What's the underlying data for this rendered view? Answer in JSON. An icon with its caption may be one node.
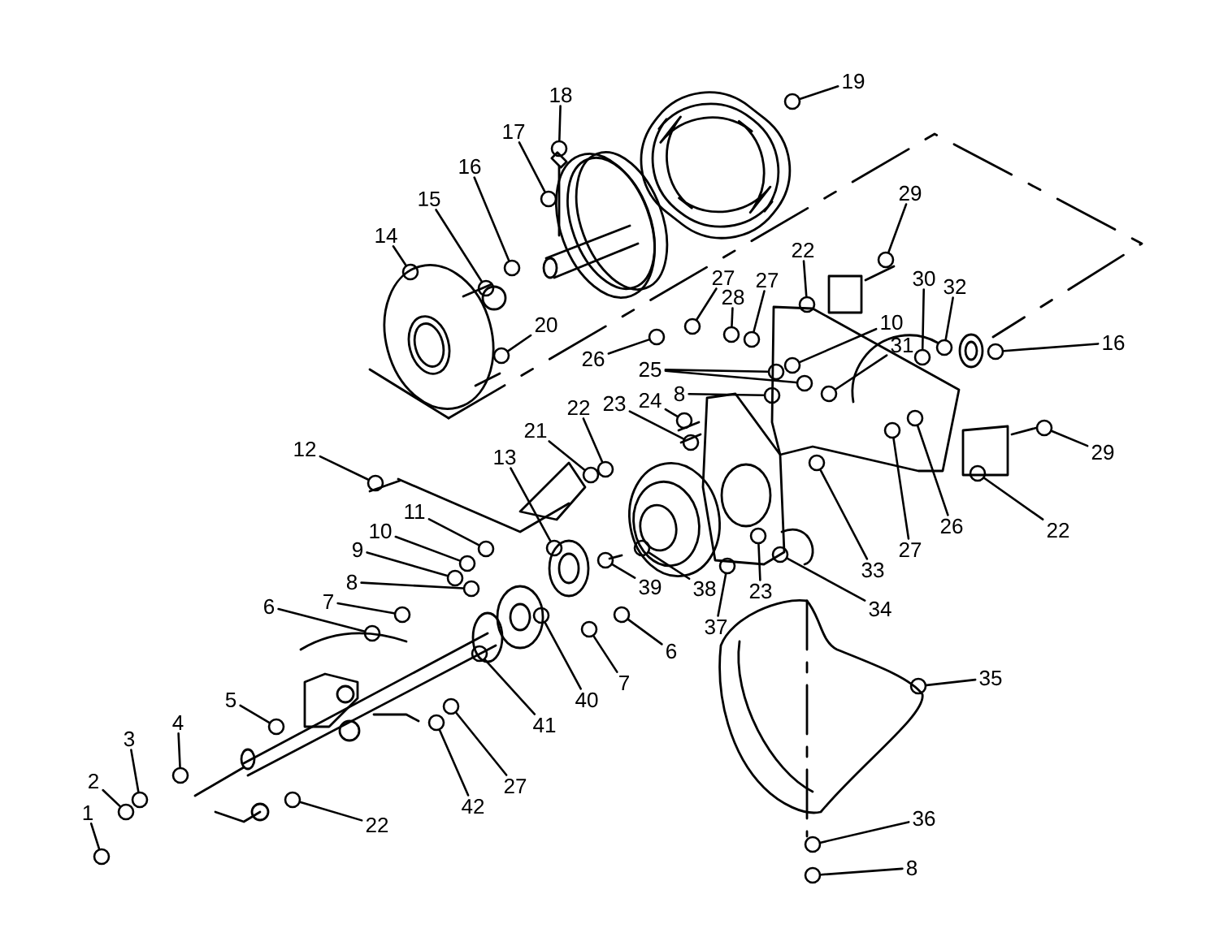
{
  "diagram": {
    "nodes": [
      {
        "text": [
          "19"
        ]
      },
      {
        "text": [
          "18"
        ]
      },
      {
        "text": [
          "17"
        ]
      },
      {
        "text": [
          "16"
        ]
      },
      {
        "text": [
          "15"
        ]
      },
      {
        "text": [
          "29"
        ]
      },
      {
        "text": [
          "14"
        ]
      },
      {
        "text": [
          "22"
        ]
      },
      {
        "text": [
          "27"
        ]
      },
      {
        "text": [
          "30"
        ]
      },
      {
        "text": [
          "27"
        ]
      },
      {
        "text": [
          "32"
        ]
      },
      {
        "text": [
          "28"
        ]
      },
      {
        "text": [
          "10"
        ]
      },
      {
        "text": [
          "20"
        ]
      },
      {
        "text": [
          "16"
        ]
      },
      {
        "text": [
          "31"
        ]
      },
      {
        "text": [
          "26"
        ]
      },
      {
        "text": [
          "25"
        ]
      },
      {
        "text": [
          "8"
        ]
      },
      {
        "text": [
          "24"
        ]
      },
      {
        "text": [
          "23"
        ]
      },
      {
        "text": [
          "22"
        ]
      },
      {
        "text": [
          "21"
        ]
      },
      {
        "text": [
          "12"
        ]
      },
      {
        "text": [
          "29"
        ]
      },
      {
        "text": [
          "13"
        ]
      },
      {
        "text": [
          "11"
        ]
      },
      {
        "text": [
          "26"
        ]
      },
      {
        "text": [
          "22"
        ]
      },
      {
        "text": [
          "10"
        ]
      },
      {
        "text": [
          "27"
        ]
      },
      {
        "text": [
          "9"
        ]
      },
      {
        "text": [
          "33"
        ]
      },
      {
        "text": [
          "8"
        ]
      },
      {
        "text": [
          "39"
        ]
      },
      {
        "text": [
          "38"
        ]
      },
      {
        "text": [
          "23"
        ]
      },
      {
        "text": [
          "7"
        ]
      },
      {
        "text": [
          "6"
        ]
      },
      {
        "text": [
          "34"
        ]
      },
      {
        "text": [
          "37"
        ]
      },
      {
        "text": [
          "6"
        ]
      },
      {
        "text": [
          "35"
        ]
      },
      {
        "text": [
          "7"
        ]
      },
      {
        "text": [
          "40"
        ]
      },
      {
        "text": [
          "5"
        ]
      },
      {
        "text": [
          "41"
        ]
      },
      {
        "text": [
          "4"
        ]
      },
      {
        "text": [
          "3"
        ]
      },
      {
        "text": [
          "2"
        ]
      },
      {
        "text": [
          "27"
        ]
      },
      {
        "text": [
          "42"
        ]
      },
      {
        "text": [
          "1"
        ]
      },
      {
        "text": [
          "36"
        ]
      },
      {
        "text": [
          "22"
        ]
      },
      {
        "text": [
          "8"
        ]
      },
      {
        "text": [],
        "shape": "circle"
      },
      {
        "text": [],
        "shape": "circle"
      },
      {
        "text": [],
        "shape": "circle"
      },
      {
        "text": [],
        "shape": "circle"
      },
      {
        "text": [],
        "shape": "circle"
      },
      {
        "text": [],
        "shape": "circle"
      },
      {
        "text": [],
        "shape": "circle"
      },
      {
        "text": [],
        "shape": "circle"
      },
      {
        "text": [],
        "shape": "circle"
      },
      {
        "text": [],
        "shape": "circle"
      },
      {
        "text": [],
        "shape": "circle"
      },
      {
        "text": [],
        "shape": "circle"
      },
      {
        "text": [],
        "shape": "circle"
      },
      {
        "text": [],
        "shape": "circle"
      },
      {
        "text": [],
        "shape": "circle"
      },
      {
        "text": [],
        "shape": "circle"
      },
      {
        "text": [],
        "shape": "circle"
      },
      {
        "text": [],
        "shape": "circle"
      },
      {
        "text": [],
        "shape": "circle"
      },
      {
        "text": [],
        "shape": "circle"
      },
      {
        "text": [],
        "shape": "circle"
      },
      {
        "text": [],
        "shape": "circle"
      },
      {
        "text": [],
        "shape": "circle"
      },
      {
        "text": [],
        "shape": "circle"
      },
      {
        "text": [],
        "shape": "circle"
      },
      {
        "text": [],
        "shape": "circle"
      },
      {
        "text": [],
        "shape": "circle"
      },
      {
        "text": [],
        "shape": "circle"
      },
      {
        "text": [],
        "shape": "circle"
      },
      {
        "text": [],
        "shape": "circle"
      },
      {
        "text": [],
        "shape": "circle"
      },
      {
        "text": [],
        "shape": "circle"
      },
      {
        "text": [],
        "shape": "circle"
      },
      {
        "text": [],
        "shape": "circle"
      },
      {
        "text": [],
        "shape": "circle"
      },
      {
        "text": [],
        "shape": "circle"
      },
      {
        "text": [],
        "shape": "circle"
      },
      {
        "text": [],
        "shape": "circle"
      },
      {
        "text": [],
        "shape": "circle"
      },
      {
        "text": [],
        "shape": "circle"
      },
      {
        "text": [],
        "shape": "circle"
      },
      {
        "text": [],
        "shape": "circle"
      },
      {
        "text": [],
        "shape": "circle"
      },
      {
        "text": [],
        "shape": "circle"
      },
      {
        "text": [],
        "shape": "circle"
      },
      {
        "text": [],
        "shape": "circle"
      },
      {
        "text": [],
        "shape": "circle"
      },
      {
        "text": [],
        "shape": "circle"
      },
      {
        "text": [],
        "shape": "circle"
      },
      {
        "text": [],
        "shape": "circle"
      },
      {
        "text": [],
        "shape": "circle"
      },
      {
        "text": [],
        "shape": "circle"
      },
      {
        "text": [],
        "shape": "circle"
      },
      {
        "text": [],
        "shape": "circle"
      },
      {
        "text": [],
        "shape": "circle"
      },
      {
        "text": [],
        "shape": "circle"
      },
      {
        "text": [],
        "shape": "circle"
      },
      {
        "text": [],
        "shape": "circle"
      }
    ],
    "edges": [
      {
        "from": 0,
        "to": 57,
        "arrow": "none"
      },
      {
        "from": 1,
        "to": 58,
        "arrow": "none"
      },
      {
        "from": 2,
        "to": 59,
        "arrow": "none"
      },
      {
        "from": 3,
        "to": 60,
        "arrow": "none"
      },
      {
        "from": 4,
        "to": 61,
        "arrow": "none"
      },
      {
        "from": 5,
        "to": 62,
        "arrow": "none"
      },
      {
        "from": 6,
        "to": 63,
        "arrow": "none"
      },
      {
        "from": 7,
        "to": 64,
        "arrow": "none"
      },
      {
        "from": 8,
        "to": 65,
        "arrow": "none"
      },
      {
        "from": 9,
        "to": 66,
        "arrow": "none"
      },
      {
        "from": 10,
        "to": 67,
        "arrow": "none"
      },
      {
        "from": 11,
        "to": 68,
        "arrow": "none"
      },
      {
        "from": 12,
        "to": 69,
        "arrow": "none"
      },
      {
        "from": 13,
        "to": 70,
        "arrow": "none"
      },
      {
        "from": 14,
        "to": 71,
        "arrow": "none"
      },
      {
        "from": 15,
        "to": 72,
        "arrow": "none"
      },
      {
        "from": 16,
        "to": 73,
        "arrow": "none"
      },
      {
        "from": 17,
        "to": 74,
        "arrow": "none"
      },
      {
        "from": 18,
        "to": 75,
        "arrow": "none"
      },
      {
        "from": 18,
        "to": 76,
        "arrow": "none"
      },
      {
        "from": 19,
        "to": 77,
        "arrow": "none"
      },
      {
        "from": 20,
        "to": 78,
        "arrow": "none"
      },
      {
        "from": 21,
        "to": 79,
        "arrow": "none"
      },
      {
        "from": 22,
        "to": 80,
        "arrow": "none"
      },
      {
        "from": 23,
        "to": 81,
        "arrow": "none"
      },
      {
        "from": 24,
        "to": 82,
        "arrow": "none"
      },
      {
        "from": 25,
        "to": 83,
        "arrow": "none"
      },
      {
        "from": 26,
        "to": 84,
        "arrow": "none"
      },
      {
        "from": 27,
        "to": 85,
        "arrow": "none"
      },
      {
        "from": 28,
        "to": 86,
        "arrow": "none"
      },
      {
        "from": 29,
        "to": 87,
        "arrow": "none"
      },
      {
        "from": 30,
        "to": 88,
        "arrow": "none"
      },
      {
        "from": 31,
        "to": 89,
        "arrow": "none"
      },
      {
        "from": 32,
        "to": 90,
        "arrow": "none"
      },
      {
        "from": 33,
        "to": 91,
        "arrow": "none"
      },
      {
        "from": 34,
        "to": 92,
        "arrow": "none"
      },
      {
        "from": 35,
        "to": 93,
        "arrow": "none"
      },
      {
        "from": 36,
        "to": 94,
        "arrow": "none"
      },
      {
        "from": 37,
        "to": 95,
        "arrow": "none"
      },
      {
        "from": 38,
        "to": 96,
        "arrow": "none"
      },
      {
        "from": 39,
        "to": 97,
        "arrow": "none"
      },
      {
        "from": 40,
        "to": 98,
        "arrow": "none"
      },
      {
        "from": 41,
        "to": 99,
        "arrow": "none"
      },
      {
        "from": 42,
        "to": 100,
        "arrow": "none"
      },
      {
        "from": 43,
        "to": 101,
        "arrow": "none"
      },
      {
        "from": 44,
        "to": 102,
        "arrow": "none"
      },
      {
        "from": 45,
        "to": 103,
        "arrow": "none"
      },
      {
        "from": 46,
        "to": 104,
        "arrow": "none"
      },
      {
        "from": 47,
        "to": 105,
        "arrow": "none"
      },
      {
        "from": 48,
        "to": 106,
        "arrow": "none"
      },
      {
        "from": 49,
        "to": 107,
        "arrow": "none"
      },
      {
        "from": 50,
        "to": 108,
        "arrow": "none"
      },
      {
        "from": 51,
        "to": 109,
        "arrow": "none"
      },
      {
        "from": 52,
        "to": 110,
        "arrow": "none"
      },
      {
        "from": 53,
        "to": 111,
        "arrow": "none"
      },
      {
        "from": 54,
        "to": 112,
        "arrow": "none"
      },
      {
        "from": 55,
        "to": 113,
        "arrow": "none"
      },
      {
        "from": 56,
        "to": 114,
        "arrow": "none"
      }
    ]
  }
}
